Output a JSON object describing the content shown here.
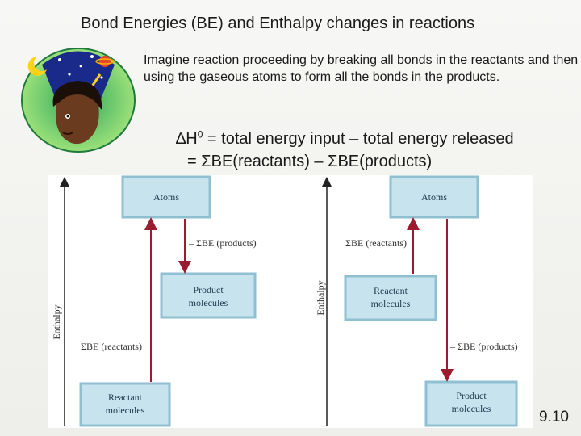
{
  "slide": {
    "title": "Bond Energies (BE) and Enthalpy changes in reactions",
    "intro": "Imagine reaction proceeding by breaking all bonds in the reactants and then using the gaseous atoms to form all the bonds in the products.",
    "equation_line1_delta_h": "∆H",
    "equation_line1_superscript": "0",
    "equation_line1_rest": " = total energy input – total energy released",
    "equation_line2": "= ΣBE(reactants) – ΣBE(products)",
    "slide_number": "9.10"
  },
  "diagram": {
    "left": {
      "axis_label": "Enthalpy",
      "top_box": "Atoms",
      "middle_box_line1": "Product",
      "middle_box_line2": "molecules",
      "bottom_box_line1": "Reactant",
      "bottom_box_line2": "molecules",
      "down_arrow_label": "– ΣBE (products)",
      "up_arrow_label": "ΣBE (reactants)"
    },
    "right": {
      "axis_label": "Enthalpy",
      "top_box": "Atoms",
      "middle_box_line1": "Reactant",
      "middle_box_line2": "molecules",
      "bottom_box_line1": "Product",
      "bottom_box_line2": "molecules",
      "up_arrow_label": "ΣBE (reactants)",
      "down_arrow_label": "– ΣBE (products)"
    },
    "colors": {
      "box_fill": "#c7e4ee",
      "box_border": "#8fbfd0",
      "arrow": "#9b1c2e",
      "axis": "#222222"
    }
  }
}
